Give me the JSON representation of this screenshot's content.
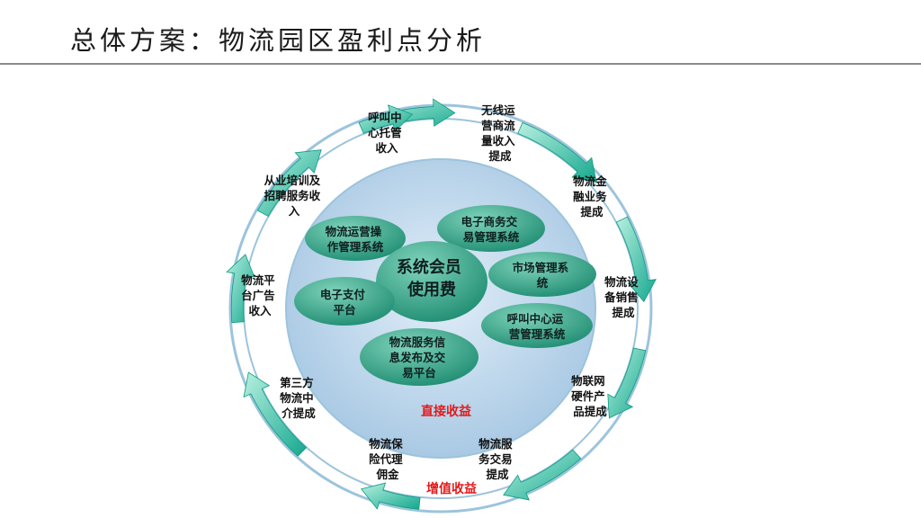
{
  "title": "总体方案：物流园区盈利点分析",
  "colors": {
    "outer_ring": "#9cc4dc",
    "inner_fill": "#bcd6ec",
    "blob_fill": "#2e9b80",
    "arrow": "#1fb8a0",
    "highlight_text": "#e21a1a"
  },
  "center": {
    "lines": [
      "系统会员",
      "使用费"
    ]
  },
  "blobs": [
    {
      "id": "logistics-ops",
      "lines": [
        "物流运营操",
        "作管理系统"
      ]
    },
    {
      "id": "ecommerce",
      "lines": [
        "电子商务交",
        "易管理系统"
      ]
    },
    {
      "id": "market-mgmt",
      "lines": [
        "市场管理系",
        "统"
      ]
    },
    {
      "id": "e-payment",
      "lines": [
        "电子支付",
        "平台"
      ]
    },
    {
      "id": "call-center-ops",
      "lines": [
        "呼叫中心运",
        "营管理系统"
      ]
    },
    {
      "id": "service-info",
      "lines": [
        "物流服务信",
        "息发布及交",
        "易平台"
      ]
    }
  ],
  "ring_items": [
    {
      "id": "call-center",
      "lines": [
        "呼叫中",
        "心托管",
        "收入"
      ]
    },
    {
      "id": "wireless-operator",
      "lines": [
        "无线运",
        "营商流",
        "量收入",
        "提成"
      ]
    },
    {
      "id": "finance",
      "lines": [
        "物流金",
        "融业务",
        "提成"
      ]
    },
    {
      "id": "equipment",
      "lines": [
        "物流设",
        "备销售",
        "提成"
      ]
    },
    {
      "id": "iot-hardware",
      "lines": [
        "物联网",
        "硬件产",
        "品提成"
      ]
    },
    {
      "id": "service-trade",
      "lines": [
        "物流服",
        "务交易",
        "提成"
      ]
    },
    {
      "id": "insurance",
      "lines": [
        "物流保",
        "险代理",
        "佣金"
      ]
    },
    {
      "id": "third-party",
      "lines": [
        "第三方",
        "物流中",
        "介提成"
      ]
    },
    {
      "id": "platform-ads",
      "lines": [
        "物流平",
        "台广告",
        "收入"
      ]
    },
    {
      "id": "training",
      "lines": [
        "从业培训及",
        "招聘服务收",
        "入"
      ]
    }
  ],
  "direct_income": "直接收益",
  "value_added_income": "增值收益"
}
